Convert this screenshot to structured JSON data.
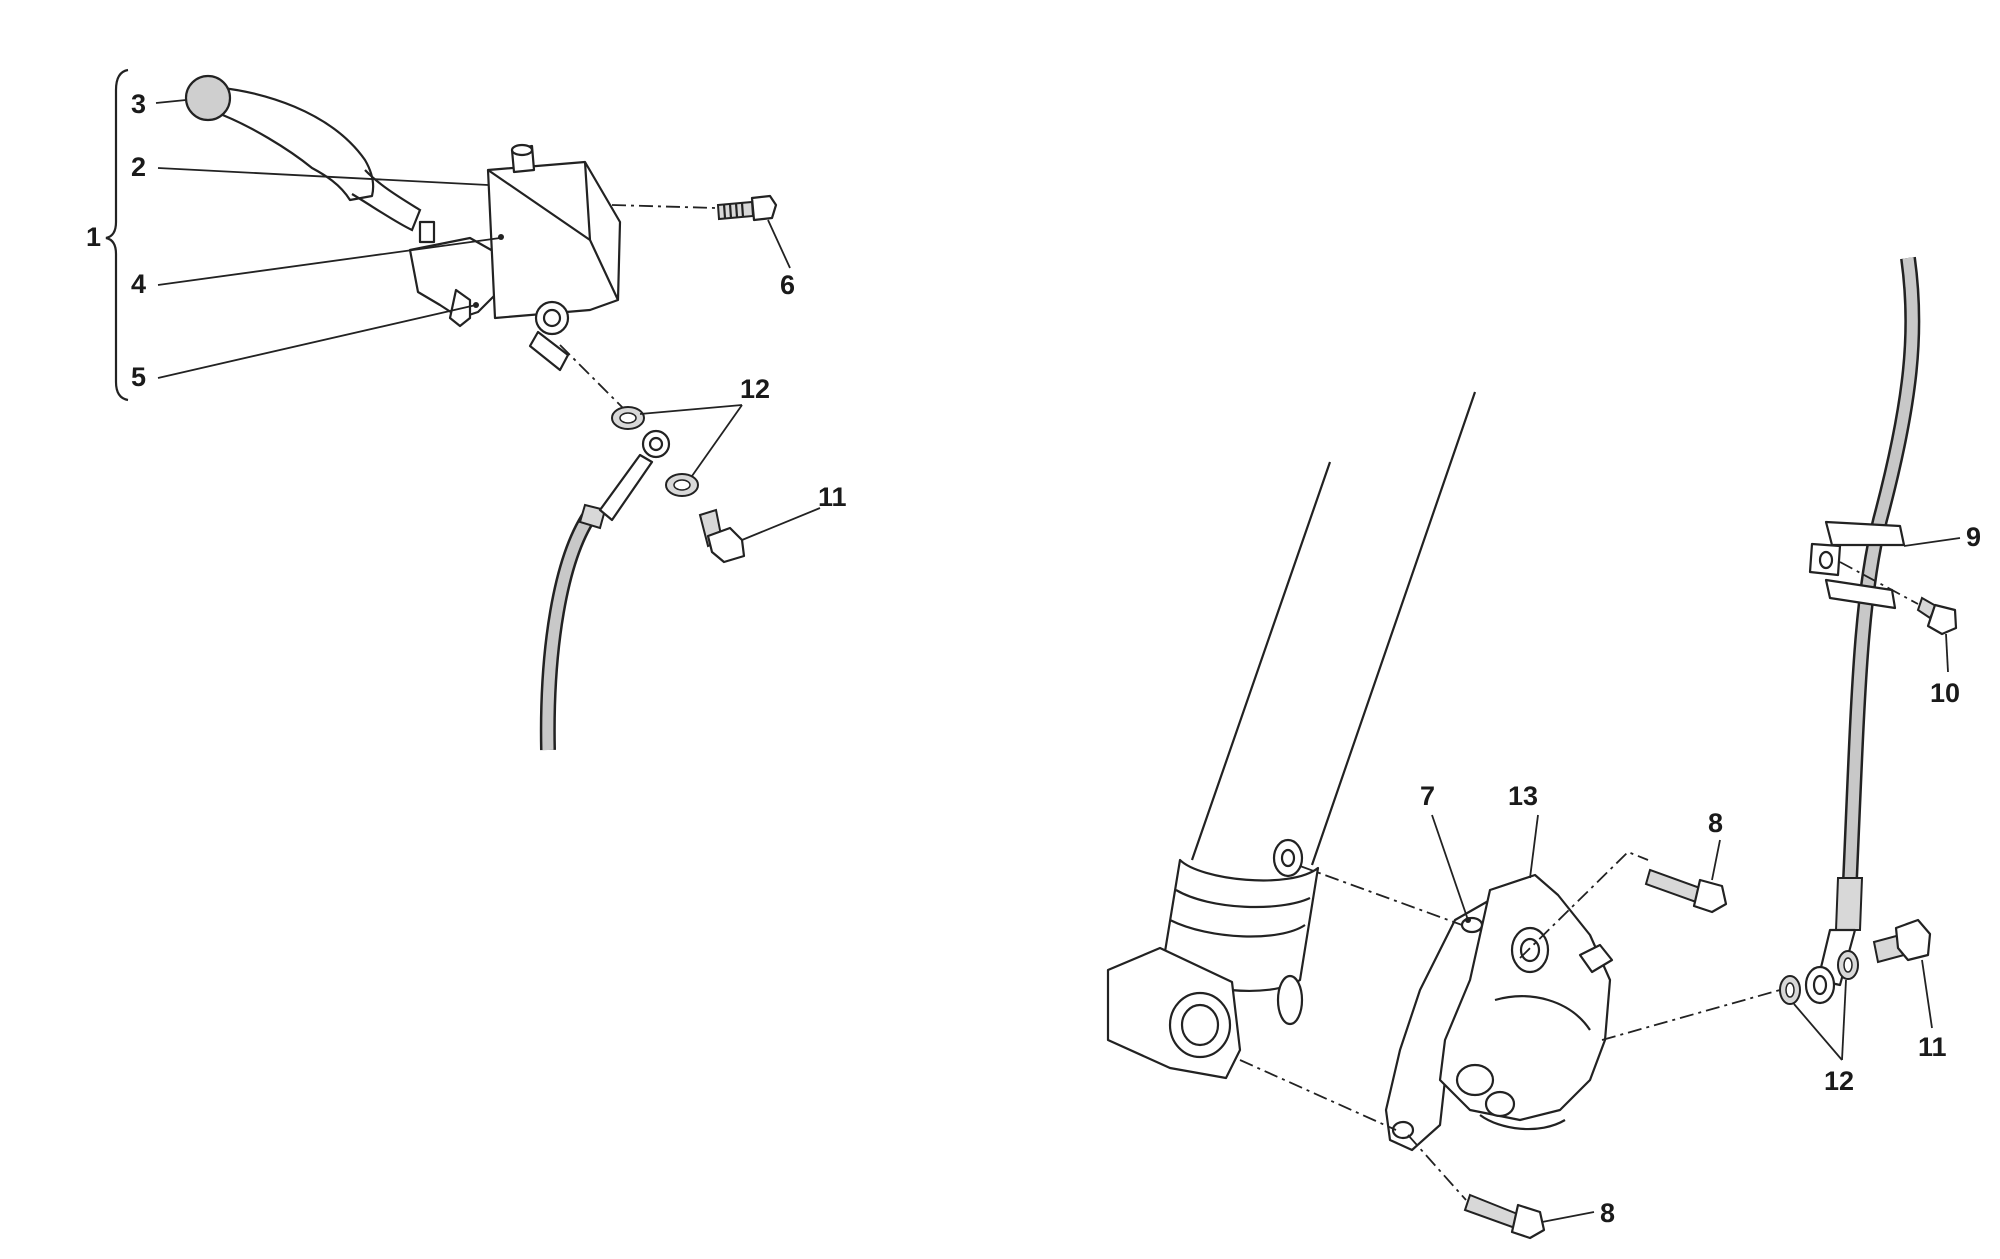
{
  "callouts": {
    "c1": "1",
    "c2": "2",
    "c3": "3",
    "c4": "4",
    "c5": "5",
    "c6": "6",
    "c7": "7",
    "c8a": "8",
    "c8b": "8",
    "c9": "9",
    "c10": "10",
    "c11a": "11",
    "c11b": "11",
    "c12a": "12",
    "c12b": "12",
    "c13": "13"
  }
}
